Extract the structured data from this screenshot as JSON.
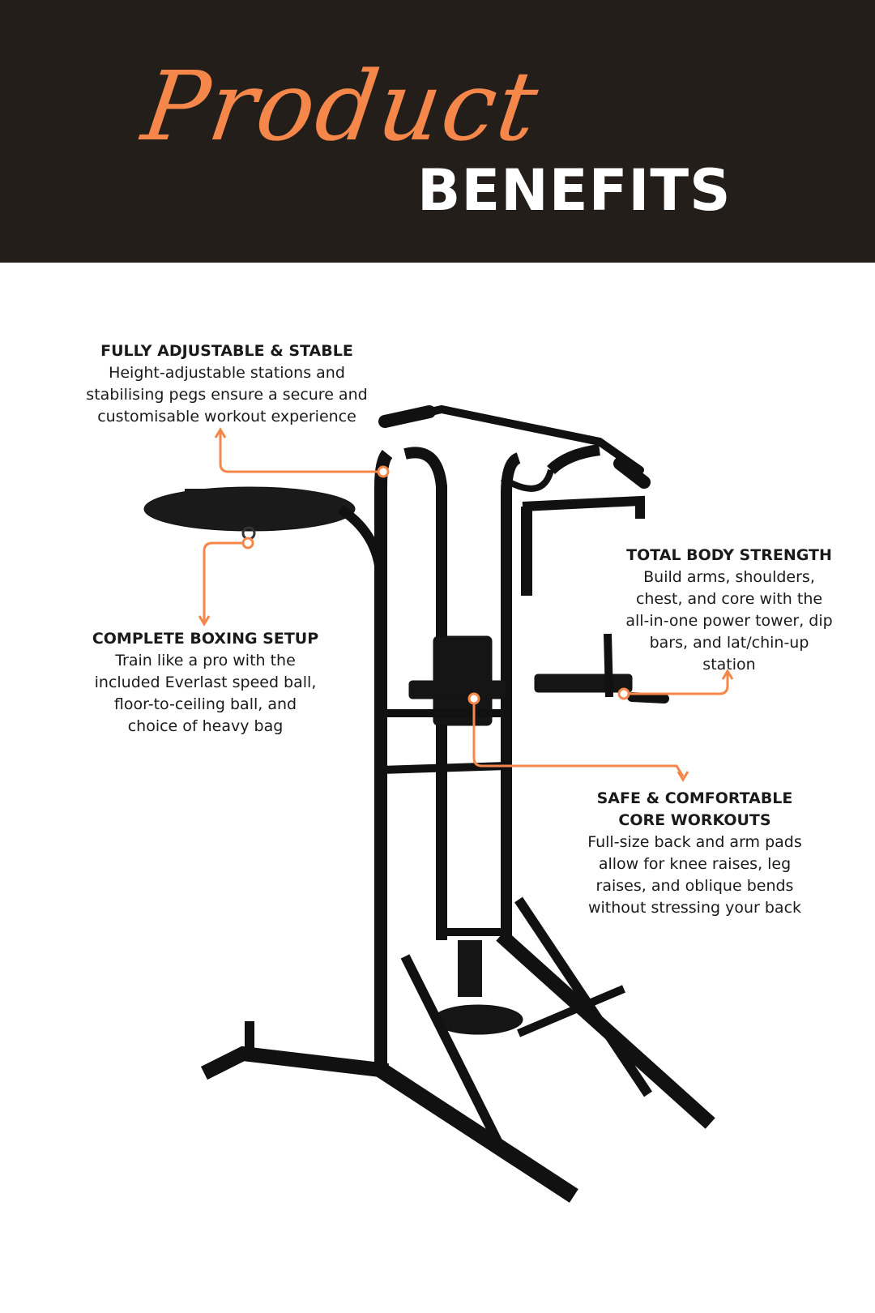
{
  "header": {
    "script_word": "Product",
    "bold_word": "BENEFITS",
    "background": "#241e1b",
    "accent": "#f5874a"
  },
  "callouts": [
    {
      "title": "FULLY ADJUSTABLE & STABLE",
      "lines": [
        "Height-adjustable stations and",
        "stabilising pegs ensure a secure and",
        "customisable workout experience"
      ]
    },
    {
      "title": "COMPLETE BOXING SETUP",
      "lines": [
        "Train like a pro with the",
        "included Everlast speed ball,",
        "floor-to-ceiling ball, and",
        "choice of heavy bag"
      ]
    },
    {
      "title": "TOTAL BODY STRENGTH",
      "lines": [
        "Build arms, shoulders,",
        "chest, and core with the",
        "all-in-one power tower, dip",
        "bars, and lat/chin-up",
        "station"
      ]
    },
    {
      "title_lines": [
        "SAFE & COMFORTABLE",
        "CORE WORKOUTS"
      ],
      "lines": [
        "Full-size back and arm pads",
        "allow for knee raises, leg",
        "raises, and oblique bends",
        "without stressing your back"
      ]
    }
  ],
  "product_image": {
    "description_icon": "power-tower-illustration"
  }
}
